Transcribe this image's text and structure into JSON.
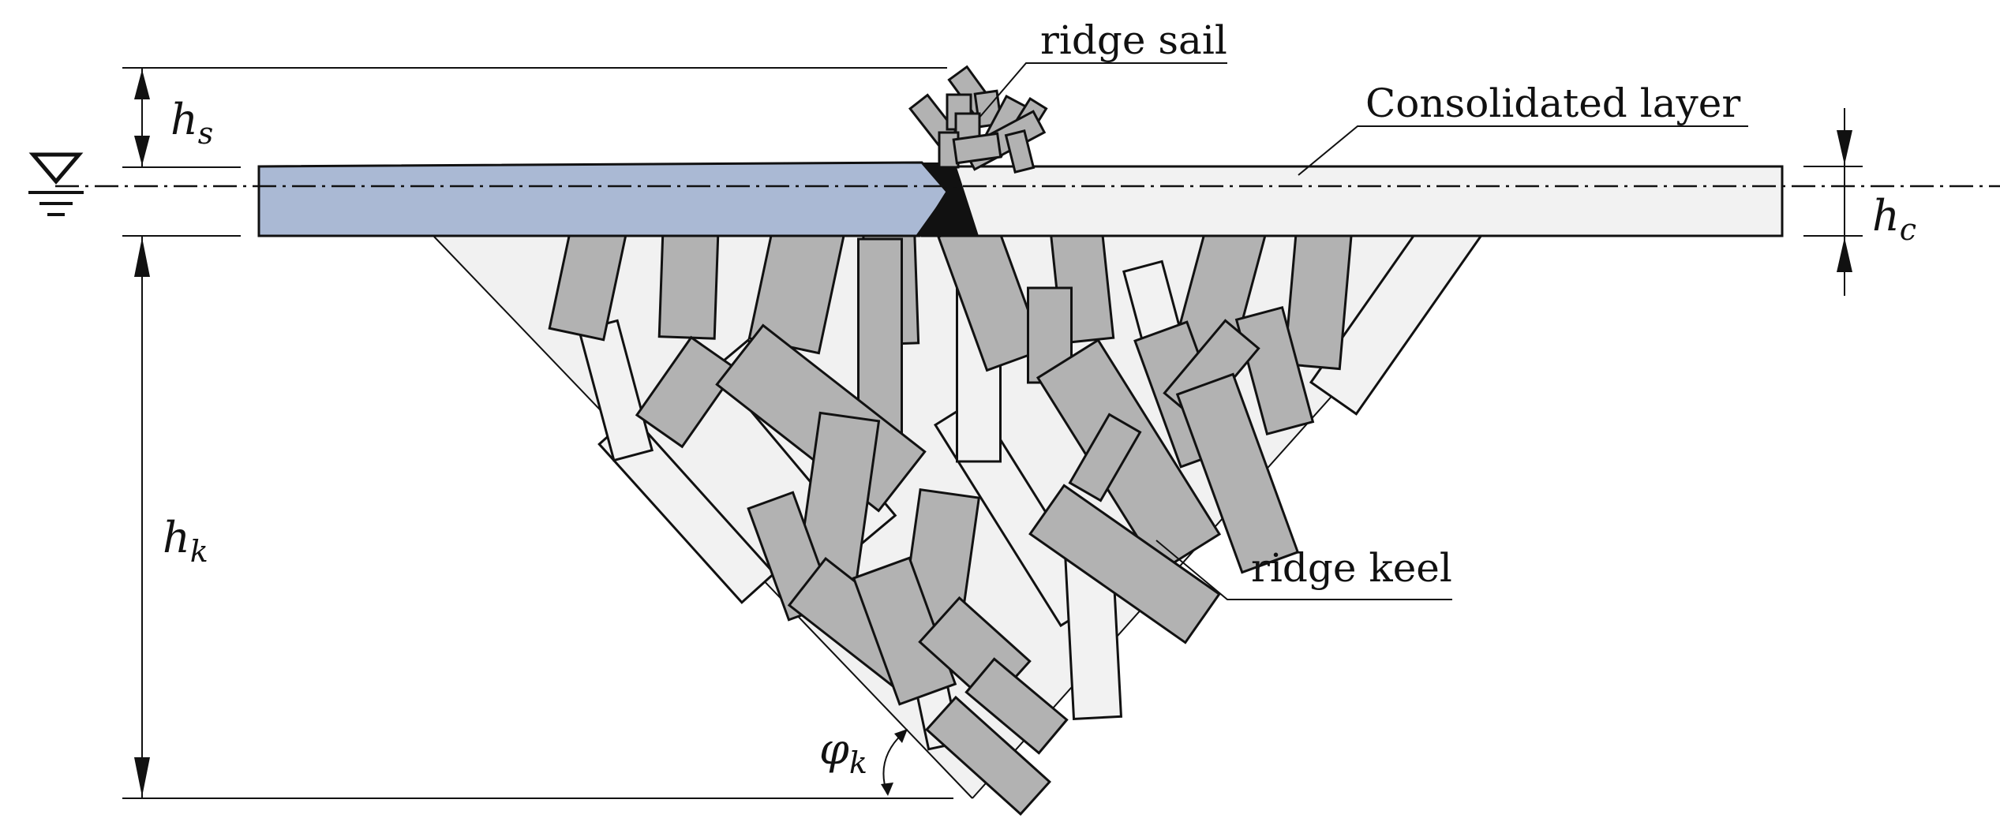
{
  "labels": {
    "ridge_sail": "ridge sail",
    "consolidated_layer": "Consolidated layer",
    "ridge_keel": "ridge keel"
  },
  "symbols": {
    "hs": {
      "main": "h",
      "sub": "s"
    },
    "hc": {
      "main": "h",
      "sub": "c"
    },
    "hk": {
      "main": "h",
      "sub": "k"
    },
    "phik": {
      "main": "φ",
      "sub": "k"
    }
  },
  "colors": {
    "left_ice": "#aab9d4",
    "right_ice": "#f2f2f2",
    "block_grey": "#b2b2b2",
    "block_white": "#f2f2f2",
    "keel_fill": "#f1f1f1",
    "line": "#111111"
  },
  "icons": {
    "water_level": "water-level-triangle-icon"
  }
}
